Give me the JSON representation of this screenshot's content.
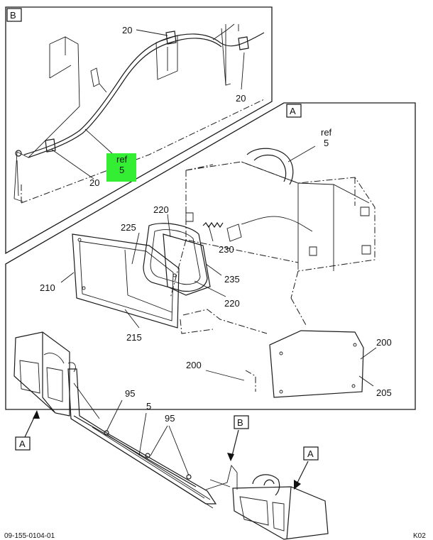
{
  "views": {
    "view_b_letter": "B",
    "view_a_letter": "A"
  },
  "callouts": {
    "b_20_top": "20",
    "b_20_right": "20",
    "b_20_bottom": "20",
    "b_ref": "ref",
    "b_ref_num": "5",
    "a_ref": "ref",
    "a_ref_num": "5",
    "a_220_top": "220",
    "a_225": "225",
    "a_230": "230",
    "a_235": "235",
    "a_210": "210",
    "a_220_bottom": "220",
    "a_215": "215",
    "a_200_right": "200",
    "a_200_left": "200",
    "a_205": "205",
    "m_95_left": "95",
    "m_5": "5",
    "m_95_right": "95"
  },
  "view_markers": {
    "left_a": "A",
    "mid_b": "B",
    "right_a": "A"
  },
  "highlight_color": "#33ee33",
  "footer": {
    "drawing_number": "09-155-0104-01",
    "sheet_code": "K02"
  }
}
